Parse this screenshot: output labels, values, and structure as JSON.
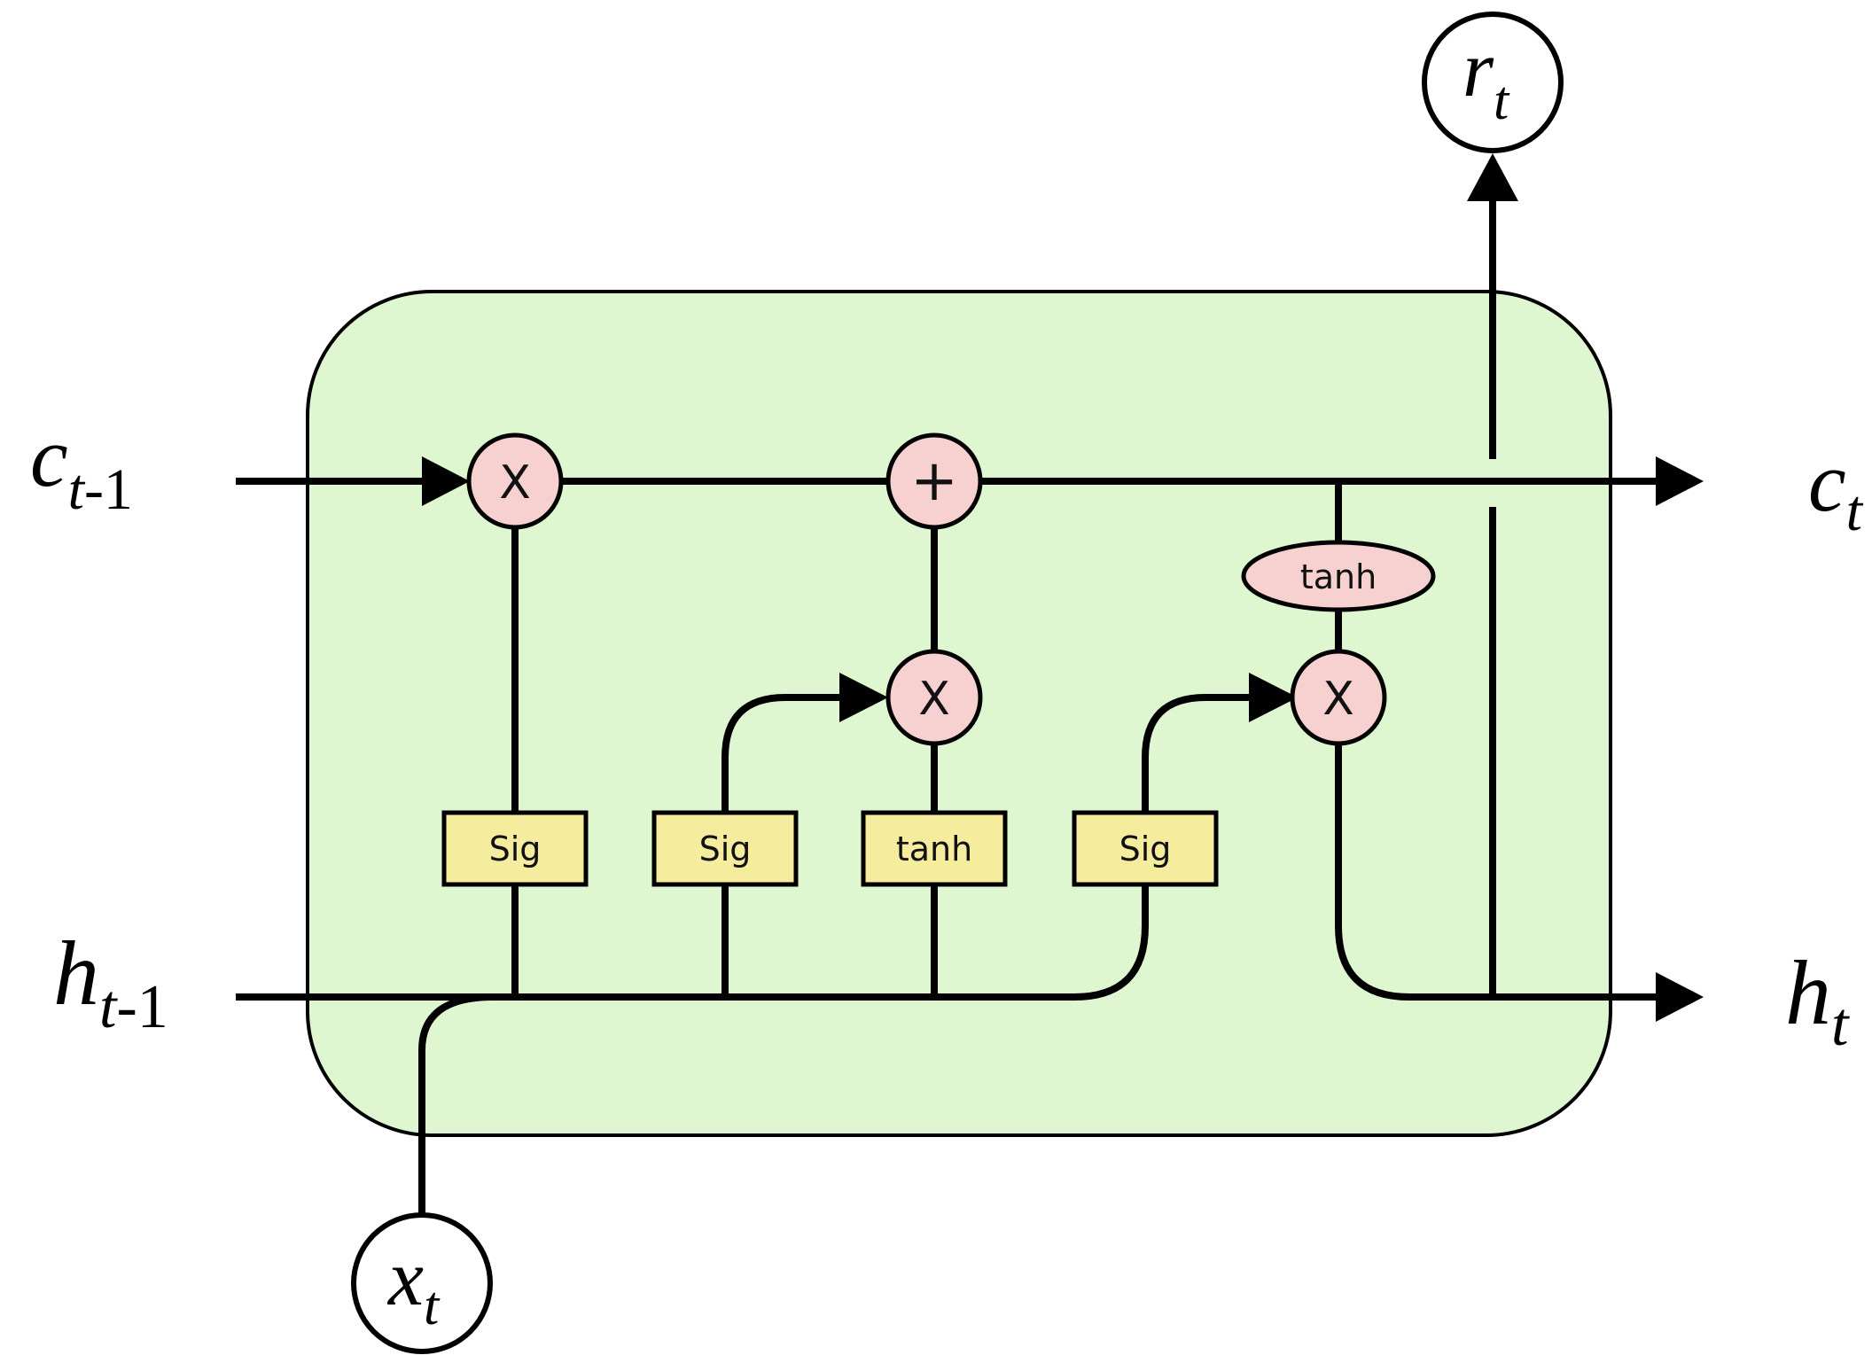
{
  "cell": {
    "fill": "#dff7d0",
    "op_fill": "#f7d0d0",
    "gate_fill": "#f5ec9e"
  },
  "operators": {
    "forget_multiply": "X",
    "cell_add": "+",
    "input_multiply": "X",
    "output_multiply": "X"
  },
  "gates": {
    "forget_gate": "Sig",
    "input_gate": "Sig",
    "candidate": "tanh",
    "output_gate": "Sig",
    "cell_tanh": "tanh"
  },
  "variables": {
    "c_prev": {
      "base": "c",
      "sub_italic": "t",
      "sub_plain": "-1"
    },
    "c_next": {
      "base": "c",
      "sub_italic": "t",
      "sub_plain": ""
    },
    "h_prev": {
      "base": "h",
      "sub_italic": "t",
      "sub_plain": "-1"
    },
    "h_next": {
      "base": "h",
      "sub_italic": "t",
      "sub_plain": ""
    },
    "x_input": {
      "base": "x",
      "sub_italic": "t",
      "sub_plain": ""
    },
    "r_output": {
      "base": "r",
      "sub_italic": "t",
      "sub_plain": ""
    }
  }
}
